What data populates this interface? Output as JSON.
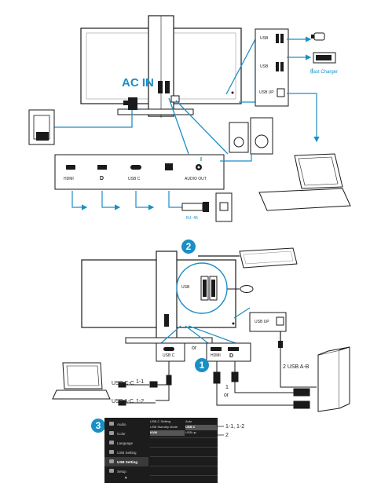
{
  "top": {
    "ac_in": "AC IN",
    "ports": {
      "hdmi": "HDMI",
      "dp": "D",
      "usbc": "USB C",
      "audio": "AUDIO OUT"
    },
    "rj45": "RJ- 45",
    "usb_panel": {
      "usb1": "USB",
      "usb2": "USB",
      "usb_up": "USB UP",
      "fast_charger": "Fast Charger"
    }
  },
  "bottom": {
    "badges": [
      "1",
      "2",
      "3"
    ],
    "usb_label": "USB",
    "usb_up": "USB UP",
    "usbc_port": "USB C",
    "hdmi_port": "HDMI",
    "dp_port": "D",
    "or1": "or",
    "or2": "or",
    "one_label": "1",
    "usb_ab": "2  USB A-B",
    "usb_cc": "USB C-C",
    "usb_cc_num": "1-1",
    "usb_ac": "USB A-C",
    "usb_ac_num": "1-2",
    "osd_callout1": "1-1, 1-2",
    "osd_callout2": "2"
  },
  "osd": {
    "menu": [
      "Audio",
      "Color",
      "Language",
      "USB Setting",
      "USB Setting",
      "Setup"
    ],
    "selected_index": 4,
    "col2": [
      "USB-C Setting",
      "USB Standby Mode",
      "KVM"
    ],
    "col3": [
      "Auto",
      "USB C",
      "USB up"
    ]
  },
  "colors": {
    "accent": "#1a8fc6",
    "line": "#1a1a1a",
    "osd_bg": "#1c1c1c"
  }
}
